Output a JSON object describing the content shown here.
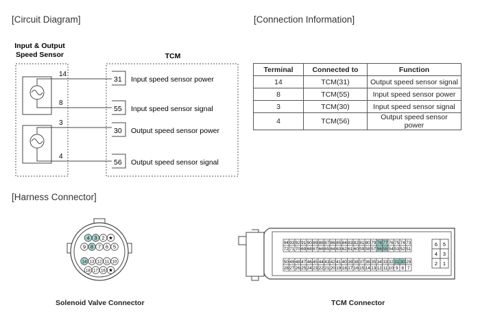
{
  "titles": {
    "circuit": "[Circuit Diagram]",
    "connection": "[Connection Information]",
    "harness": "[Harness Connector]"
  },
  "circuit": {
    "sensor_label_line1": "Input & Output",
    "sensor_label_line2": "Speed Sensor",
    "tcm_label": "TCM",
    "wires": [
      {
        "wire": "14",
        "pin": "31",
        "label": "Input speed sensor power"
      },
      {
        "wire": "8",
        "pin": "55",
        "label": "Input speed sensor signal"
      },
      {
        "wire": "3",
        "pin": "30",
        "label": "Output speed sensor power"
      },
      {
        "wire": "4",
        "pin": "56",
        "label": "Output speed sensor signal"
      }
    ]
  },
  "connection_table": {
    "headers": [
      "Terminal",
      "Connected to",
      "Function"
    ],
    "rows": [
      [
        "14",
        "TCM(31)",
        "Output speed sensor signal"
      ],
      [
        "8",
        "TCM(55)",
        "Input speed sensor power"
      ],
      [
        "3",
        "TCM(30)",
        "Input speed sensor signal"
      ],
      [
        "4",
        "TCM(56)",
        "Output speed sensor power"
      ]
    ]
  },
  "solenoid_connector": {
    "caption": "Solenoid Valve Connector",
    "row1": [
      "4",
      "3",
      "2",
      "★"
    ],
    "row2": [
      "9",
      "8",
      "7",
      "6",
      "5"
    ],
    "row3": [
      "14",
      "13",
      "12",
      "11",
      "10"
    ],
    "row4": [
      "18",
      "17",
      "16",
      "★"
    ],
    "highlighted": [
      "4",
      "3",
      "8",
      "14"
    ]
  },
  "tcm_connector": {
    "caption": "TCM Connector",
    "upper_row1": [
      "94",
      "93",
      "92",
      "91",
      "90",
      "89",
      "88",
      "87",
      "86",
      "85",
      "84",
      "83",
      "82",
      "81",
      "80",
      "79",
      "78",
      "77",
      "76",
      "75",
      "74",
      "73"
    ],
    "upper_row2": [
      "72",
      "71",
      "70",
      "69",
      "68",
      "67",
      "66",
      "65",
      "64",
      "63",
      "62",
      "61",
      "60",
      "59",
      "58",
      "57",
      "56",
      "55",
      "54",
      "53",
      "52",
      "51"
    ],
    "lower_row1": [
      "50",
      "49",
      "48",
      "47",
      "46",
      "45",
      "44",
      "43",
      "42",
      "41",
      "40",
      "39",
      "38",
      "37",
      "36",
      "35",
      "34",
      "33",
      "32",
      "31",
      "30",
      "29"
    ],
    "lower_row2": [
      "28",
      "27",
      "26",
      "25",
      "24",
      "23",
      "22",
      "21",
      "20",
      "19",
      "18",
      "17",
      "16",
      "15",
      "14",
      "13",
      "12",
      "11",
      "10",
      "9",
      "8",
      "7"
    ],
    "side_pins": [
      [
        "6",
        "5"
      ],
      [
        "4",
        "3"
      ],
      [
        "2",
        "1"
      ]
    ],
    "highlighted": [
      "78",
      "77",
      "56",
      "55",
      "31",
      "30"
    ]
  },
  "colors": {
    "highlight": "#a7d3cf",
    "line": "#444444"
  }
}
